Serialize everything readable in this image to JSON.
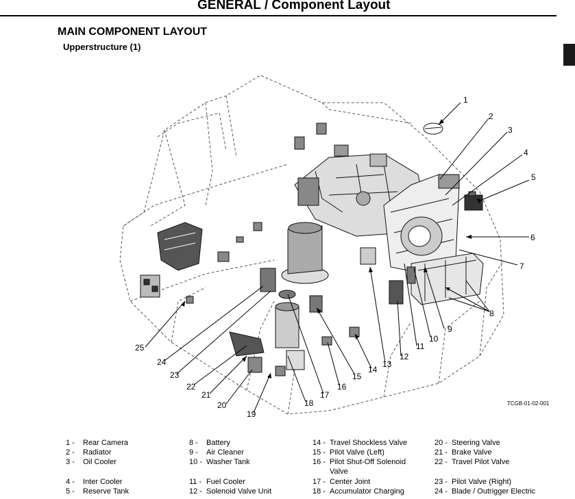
{
  "header": {
    "title": "GENERAL / Component Layout"
  },
  "section": {
    "title": "MAIN COMPONENT LAYOUT",
    "subtitle": "Upperstructure (1)"
  },
  "figure": {
    "code": "TCGB-01-02-001",
    "callouts": [
      "1",
      "2",
      "3",
      "4",
      "5",
      "6",
      "7",
      "8",
      "9",
      "10",
      "11",
      "12",
      "13",
      "14",
      "15",
      "16",
      "17",
      "18",
      "19",
      "20",
      "21",
      "22",
      "23",
      "24",
      "25"
    ]
  },
  "legend": [
    {
      "num": "1 -",
      "label": "Rear Camera"
    },
    {
      "num": "2 -",
      "label": "Radiator"
    },
    {
      "num": "3 -",
      "label": "Oil Cooler"
    },
    {
      "num": "4 -",
      "label": "Inter Cooler"
    },
    {
      "num": "5 -",
      "label": "Reserve Tank"
    },
    {
      "num": "8 -",
      "label": "Battery"
    },
    {
      "num": "9 -",
      "label": "Air Cleaner"
    },
    {
      "num": "10 -",
      "label": "Washer Tank"
    },
    {
      "num": "11 -",
      "label": "Fuel Cooler"
    },
    {
      "num": "12 -",
      "label": "Solenoid Valve Unit"
    },
    {
      "num": "14 -",
      "label": "Travel Shockless Valve"
    },
    {
      "num": "15 -",
      "label": "Pilot Valve (Left)"
    },
    {
      "num": "16 -",
      "label": "Pilot Shut-Off Solenoid"
    },
    {
      "num": "",
      "label": "Valve"
    },
    {
      "num": "17 -",
      "label": "Center Joint"
    },
    {
      "num": "18 -",
      "label": "Accumulator Charging"
    },
    {
      "num": "20 -",
      "label": "Steering Valve"
    },
    {
      "num": "21 -",
      "label": "Brake Valve"
    },
    {
      "num": "22 -",
      "label": "Travel Pilot Valve"
    },
    {
      "num": "23 -",
      "label": "Pilot Valve (Right)"
    },
    {
      "num": "24 -",
      "label": "Blade / Outrigger Electric"
    }
  ]
}
